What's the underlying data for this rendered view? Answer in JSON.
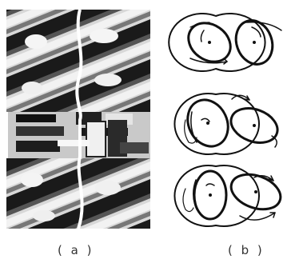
{
  "figure": {
    "captions": {
      "a": "( a )",
      "b": "( b )"
    },
    "panel_a": {
      "icon": "twin-screw-elements-photo"
    },
    "panel_b": {
      "icon": "twin-screw-cross-section-icon",
      "stages": 3
    }
  }
}
